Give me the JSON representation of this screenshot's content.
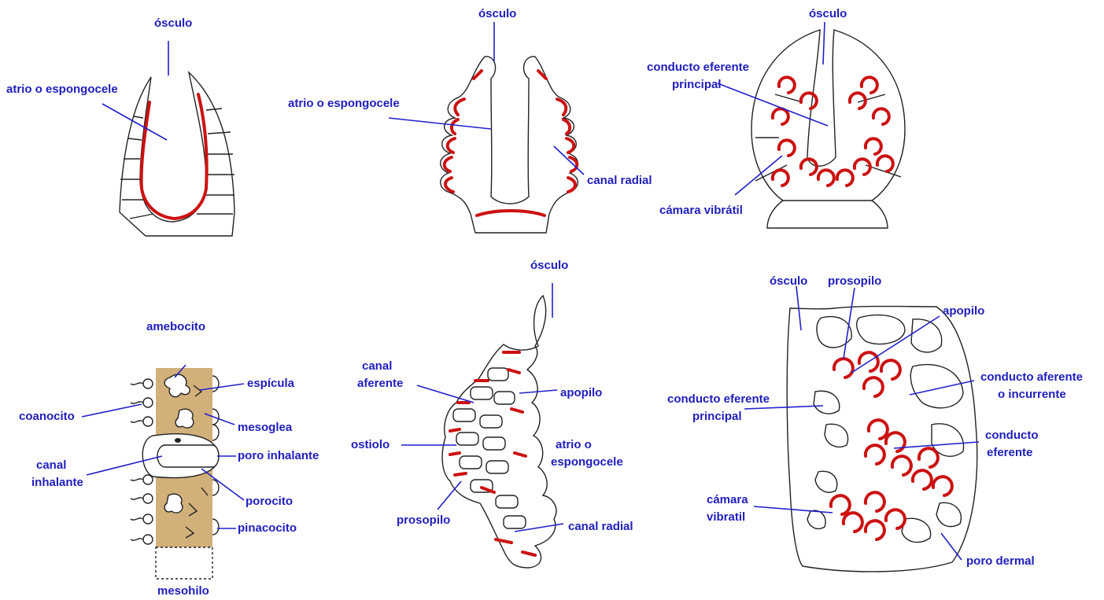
{
  "colors": {
    "label": "#1e1ebe",
    "leader": "#2020cc",
    "choanoderm": "#cc1111",
    "mesohyl": "#d2b07a",
    "outline": "#222222"
  },
  "panel1": {
    "osculo": "ósculo",
    "atrio": "atrio o espongocele"
  },
  "panel2": {
    "osculo": "ósculo",
    "atrio": "atrio o espongocele",
    "canal_radial": "canal radial"
  },
  "panel3": {
    "osculo": "ósculo",
    "conducto_line1": "conducto eferente",
    "conducto_line2": "principal",
    "camara": "cámara vibrátil"
  },
  "panel4": {
    "amebocito": "amebocito",
    "espicula": "espícula",
    "coanocito": "coanocito",
    "mesoglea": "mesoglea",
    "canal_line1": "canal",
    "canal_line2": "inhalante",
    "poro_inhalante": "poro inhalante",
    "porocito": "porocito",
    "pinacocito": "pinacocito",
    "mesohilo": "mesohilo"
  },
  "panel5": {
    "osculo": "ósculo",
    "canal_line1": "canal",
    "canal_line2": "aferente",
    "apopilo": "apopilo",
    "ostiolo": "ostiolo",
    "atrio_line1": "atrio o",
    "atrio_line2": "espongocele",
    "prosopilo": "prosopilo",
    "canal_radial": "canal radial"
  },
  "panel6": {
    "osculo": "ósculo",
    "prosopilo": "prosopilo",
    "apopilo": "apopilo",
    "aferente_line1": "conducto aferente",
    "aferente_line2": "o incurrente",
    "eferente_princ_line1": "conducto eferente",
    "eferente_princ_line2": "principal",
    "eferente_line1": "conducto",
    "eferente_line2": "eferente",
    "camara_line1": "cámara",
    "camara_line2": "vibratil",
    "poro_dermal": "poro dermal"
  }
}
